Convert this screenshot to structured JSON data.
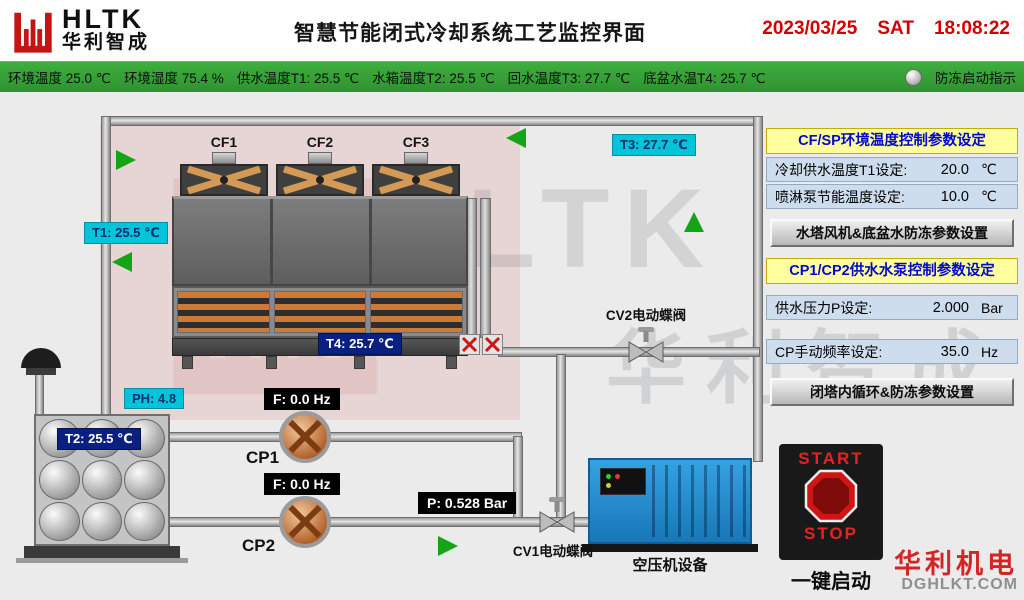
{
  "header": {
    "logo_text": "HLTK",
    "logo_sub": "华利智成",
    "title": "智慧节能闭式冷却系统工艺监控界面",
    "date": "2023/03/25",
    "weekday": "SAT",
    "time": "18:08:22"
  },
  "status": {
    "env_temp": "环境温度 25.0 ℃",
    "env_humidity": "环境湿度 75.4 %",
    "supply_t1": "供水温度T1:  25.5 ℃",
    "tank_t2": "水箱温度T2:  25.5 ℃",
    "return_t3": "回水温度T3:  27.7 ℃",
    "basin_t4": "底盆水温T4:  25.7 ℃",
    "frost_indicator_label": "防冻启动指示"
  },
  "diagram": {
    "fans": [
      "CF1",
      "CF2",
      "CF3"
    ],
    "tag_t3": "T3: 27.7 ℃",
    "tag_t1": "T1: 25.5 ℃",
    "tag_t4": "T4: 25.7 ℃",
    "tag_t2": "T2: 25.5 ℃",
    "tag_ph": "PH:  4.8",
    "cp1_freq": "F:  0.0 Hz",
    "cp2_freq": "F:  0.0 Hz",
    "pressure": "P:  0.528 Bar",
    "cp1_label": "CP1",
    "cp2_label": "CP2",
    "cv1_label": "CV1电动蝶阀",
    "cv2_label": "CV2电动蝶阀",
    "compressor_label": "空压机设备"
  },
  "panel": {
    "section1_title": "CF/SP环境温度控制参数设定",
    "row_t1_set": {
      "label": "冷却供水温度T1设定:",
      "value": "20.0",
      "unit": "℃"
    },
    "row_spray_set": {
      "label": "喷淋泵节能温度设定:",
      "value": "10.0",
      "unit": "℃"
    },
    "button_fan_frost": "水塔风机&底盆水防冻参数设置",
    "section2_title": "CP1/CP2供水水泵控制参数设定",
    "row_pressure_set": {
      "label": "供水压力P设定:",
      "value": "2.000",
      "unit": "Bar"
    },
    "row_freq_set": {
      "label": "CP手动频率设定:",
      "value": "35.0",
      "unit": "Hz"
    },
    "button_loop_frost": "闭塔内循环&防冻参数设置",
    "start_label": "START",
    "stop_label": "STOP",
    "one_key_label": "一键启动"
  },
  "footer": {
    "brand": "华利机电",
    "site": "DGHLKT.COM"
  },
  "watermark": {
    "latin": "HLTK",
    "cn": "华利智成"
  },
  "colors": {
    "status_green": "#35a035",
    "alert_red": "#d40000",
    "tag_cyan": "#00c4da",
    "tag_navy": "#0a2080",
    "panel_yellow": "#ffff9e",
    "panel_text_blue": "#0008cc",
    "row_blue": "#cddded",
    "compressor_blue": "#1f8fd0",
    "flow_green": "#15a415"
  }
}
